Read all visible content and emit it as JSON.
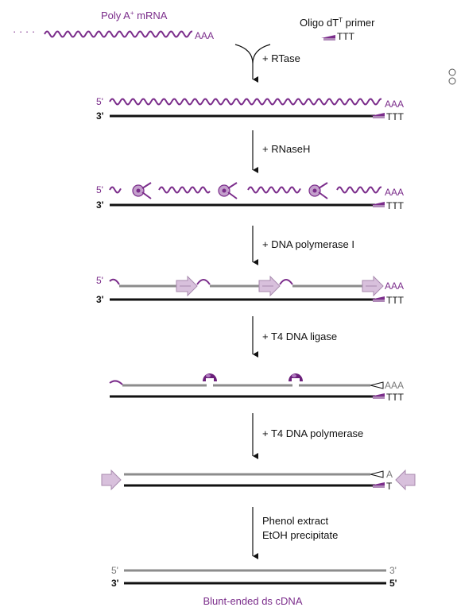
{
  "colors": {
    "purple": "#7b2d8b",
    "purple_dark": "#6b1f7a",
    "gray_strand": "#8c8c8c",
    "gray_text": "#7a7a7a",
    "arrow_fill": "#d8c0dc",
    "arrow_stroke": "#a88aae",
    "black": "#111111"
  },
  "top": {
    "mrna_label": "Poly A",
    "mrna_sup": "+",
    "mrna_suffix": " mRNA",
    "primer_label_a": "Oligo dT",
    "primer_sup": "T",
    "primer_label_b": " primer",
    "ttt": "TTT",
    "aaa": "AAA"
  },
  "steps": [
    {
      "label": "+ RTase"
    },
    {
      "label": "+ RNaseH"
    },
    {
      "label": "+ DNA polymerase I"
    },
    {
      "label": "+ T4 DNA ligase"
    },
    {
      "label": "+ T4 DNA polymerase"
    },
    {
      "label": "Phenol extract",
      "label2": "EtOH precipitate"
    }
  ],
  "strand_labels": {
    "five_prime": "5'",
    "three_prime": "3'",
    "aaa": "AAA",
    "ttt": "TTT",
    "a": "A",
    "t": "T"
  },
  "final": {
    "left_top": "5'",
    "left_bottom": "3'",
    "right_top": "3'",
    "right_bottom": "5'",
    "caption": "Blunt-ended ds cDNA"
  },
  "icons": {
    "rnase": "rnase-h-icon",
    "polymerase": "dna-polymerase-arrow-icon",
    "ligase": "ligase-icon",
    "t4pol": "t4-polymerase-arrow-icon",
    "corner": "corner-glyph-icon"
  }
}
